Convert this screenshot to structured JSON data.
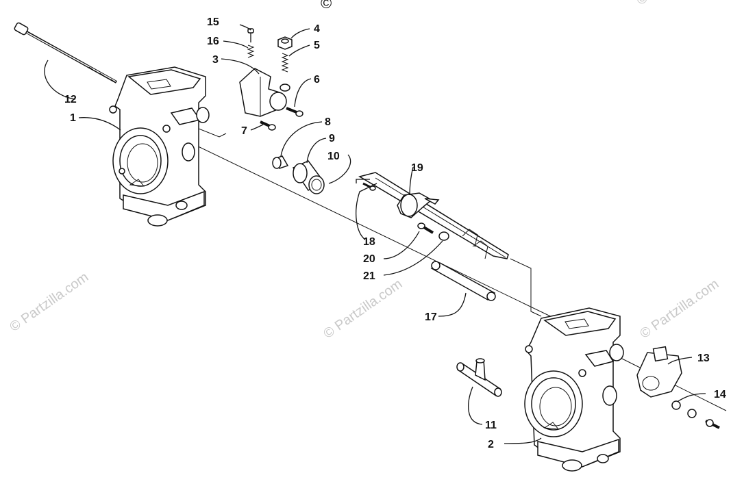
{
  "copyright_mark": "©",
  "watermarks": [
    "© Partzilla.com",
    "© Partzilla.com",
    "© Partzilla.com",
    "© Partzilla.com"
  ],
  "callouts": [
    "1",
    "2",
    "3",
    "4",
    "5",
    "6",
    "7",
    "8",
    "9",
    "10",
    "11",
    "12",
    "13",
    "14",
    "15",
    "16",
    "17",
    "18",
    "19",
    "20",
    "21"
  ]
}
